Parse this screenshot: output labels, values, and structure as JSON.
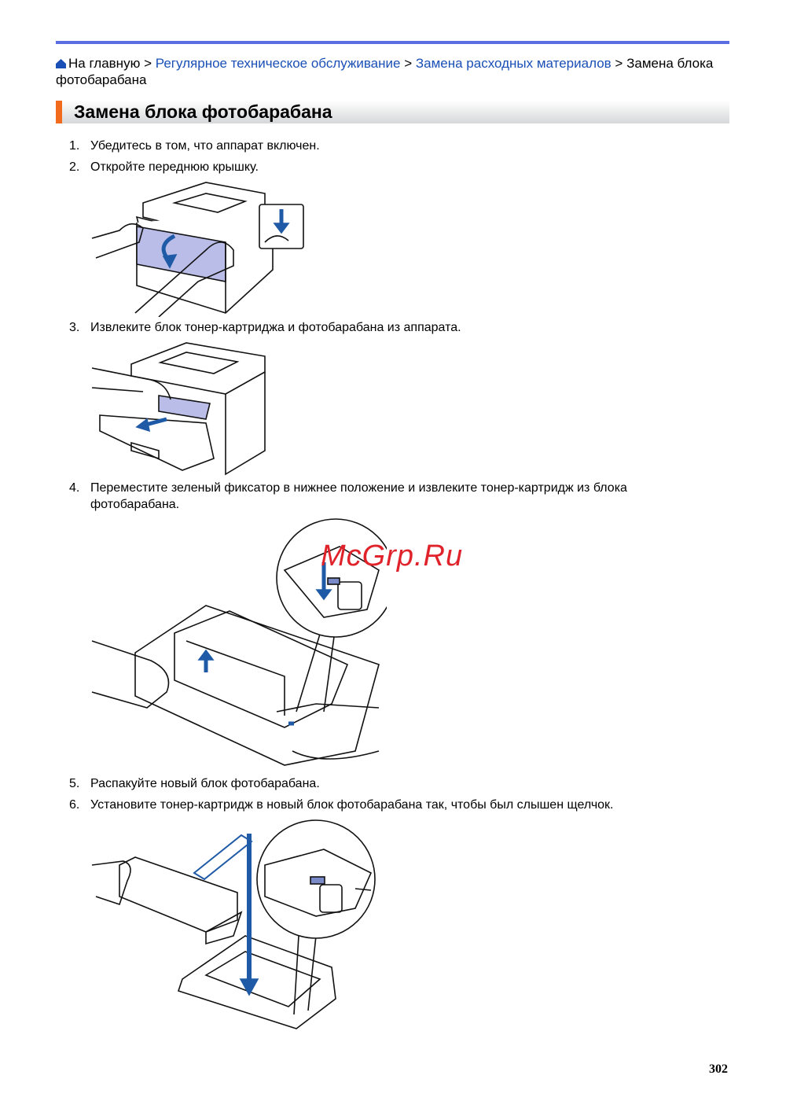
{
  "breadcrumb": {
    "home": "На главную",
    "sep": ">",
    "link1": "Регулярное техническое обслуживание",
    "link2": "Замена расходных материалов",
    "current": "Замена блока фотобарабана"
  },
  "title": "Замена блока фотобарабана",
  "steps": [
    {
      "n": "1.",
      "text": "Убедитесь в том, что аппарат включен."
    },
    {
      "n": "2.",
      "text": "Откройте переднюю крышку."
    },
    {
      "n": "3.",
      "text": "Извлеките блок тонер-картриджа и фотобарабана из аппарата."
    },
    {
      "n": "4.",
      "text": "Переместите зеленый фиксатор в нижнее положение и извлеките тонер-картридж из блока фотобарабана."
    },
    {
      "n": "5.",
      "text": "Распакуйте новый блок фотобарабана."
    },
    {
      "n": "6.",
      "text": "Установите тонер-картридж в новый блок фотобарабана так, чтобы был слышен щелчок."
    }
  ],
  "watermark": "McGrp.Ru",
  "page_number": "302",
  "colors": {
    "rule": "#5b6ee1",
    "accent": "#f26b1d",
    "link": "#1a4fb5",
    "arrow": "#1f5aa6"
  }
}
